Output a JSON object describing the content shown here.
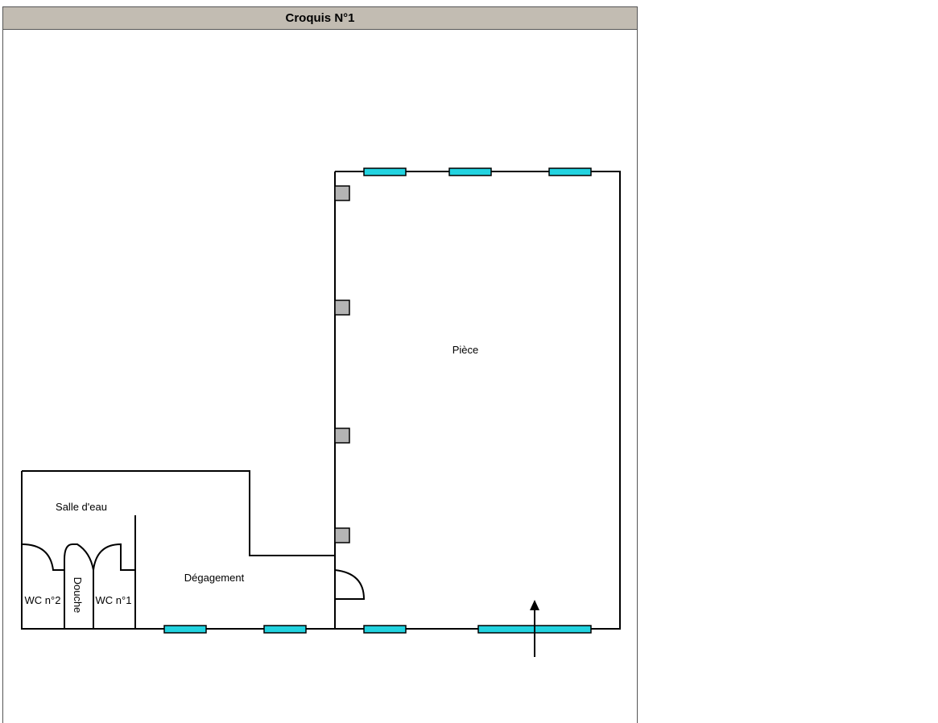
{
  "title": "Croquis N°1",
  "rooms": {
    "piece": "Pièce",
    "salle_deau": "Salle d'eau",
    "degagement": "Dégagement",
    "wc2": "WC n°2",
    "douche": "Douche",
    "wc1": "WC n°1"
  },
  "colors": {
    "window": "#22d3e0",
    "pillar": "#b4b4b4",
    "wall": "#000000",
    "header_bg": "#c2bcb2"
  },
  "icons": [
    "entrance-arrow-icon"
  ]
}
